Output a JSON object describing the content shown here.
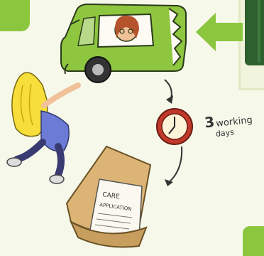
{
  "annotation": {
    "number": "3",
    "line1": "working",
    "line2": "days"
  },
  "form": {
    "title": "CARE",
    "subtitle": "APPLICATION"
  },
  "colors": {
    "accent_green": "#8cc63f",
    "dark_green": "#2e5f2e",
    "car_green": "#8ec63f",
    "clock_red": "#c0392b",
    "hair_yellow": "#f7de3a",
    "folder_tan": "#dcb576"
  },
  "icons": [
    "left-arrow-icon",
    "car-icon",
    "clock-icon",
    "folder-icon"
  ]
}
